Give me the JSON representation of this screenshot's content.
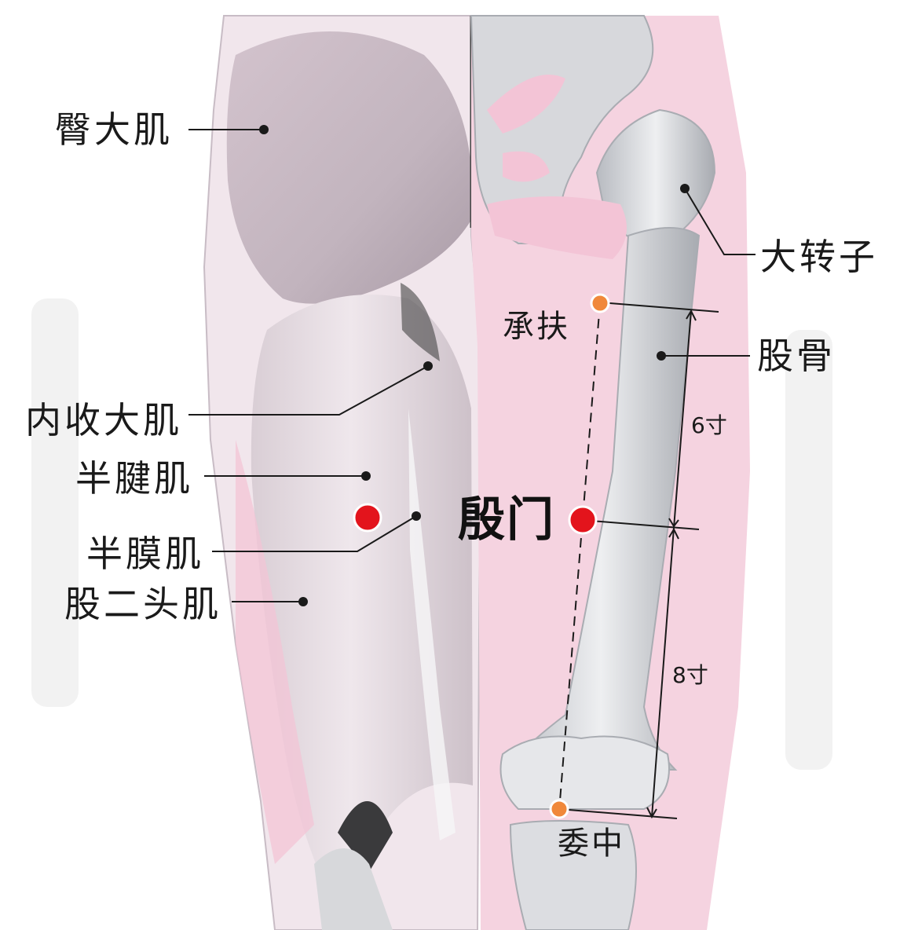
{
  "labels": {
    "gluteus_maximus": "臀大肌",
    "greater_trochanter": "大转子",
    "chengfu": "承扶",
    "femur": "股骨",
    "adductor_magnus": "内收大肌",
    "semitendinosus": "半腱肌",
    "yinmen": "殷门",
    "semimembranosus": "半膜肌",
    "biceps_femoris": "股二头肌",
    "weizhong": "委中"
  },
  "measures": {
    "upper": "6寸",
    "lower": "8寸"
  },
  "colors": {
    "muscle": "#ece3e8",
    "muscle_shadow": "#b9adb6",
    "pink": "#f3c4d6",
    "bone": "#dedfe2",
    "bone_shadow": "#a9acb2",
    "acupoint_main": "#e3141c",
    "acupoint_minor": "#f0883a",
    "line": "#1a1a1a"
  }
}
